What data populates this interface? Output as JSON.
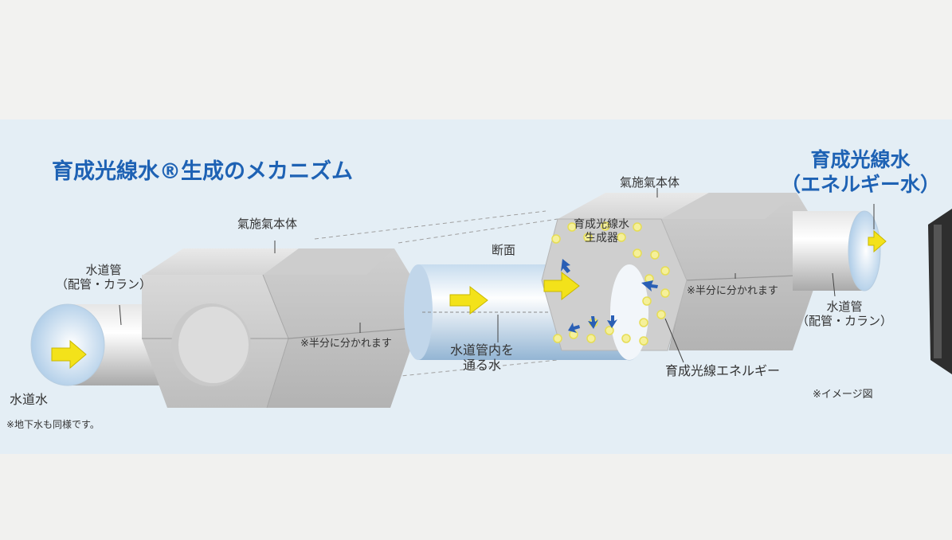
{
  "title": "育成光線水®生成のメカニズム",
  "product_line1": "育成光線水",
  "product_line2": "（エネルギー水）",
  "body_label_left": "氣施氣本体",
  "body_label_right": "氣施氣本体",
  "pipe_label_left_line1": "水道管",
  "pipe_label_left_line2": "（配管・カラン）",
  "pipe_label_right_line1": "水道管",
  "pipe_label_right_line2": "（配管・カラン）",
  "split_note_left": "※半分に分かれます",
  "split_note_right": "※半分に分かれます",
  "cross_section": "断面",
  "generator_line1": "育成光線水",
  "generator_line2": "生成器",
  "inner_water_line1": "水道管内を",
  "inner_water_line2": "通る水",
  "energy_label": "育成光線エネルギー",
  "tap_water": "水道水",
  "groundwater_note": "※地下水も同様です。",
  "image_note": "※イメージ図",
  "colors": {
    "title_blue": "#1e62b4",
    "arrow_yellow": "#f3e21a",
    "panel_bg": "#e4eef5",
    "small_arrow_blue": "#2a5fb5"
  }
}
